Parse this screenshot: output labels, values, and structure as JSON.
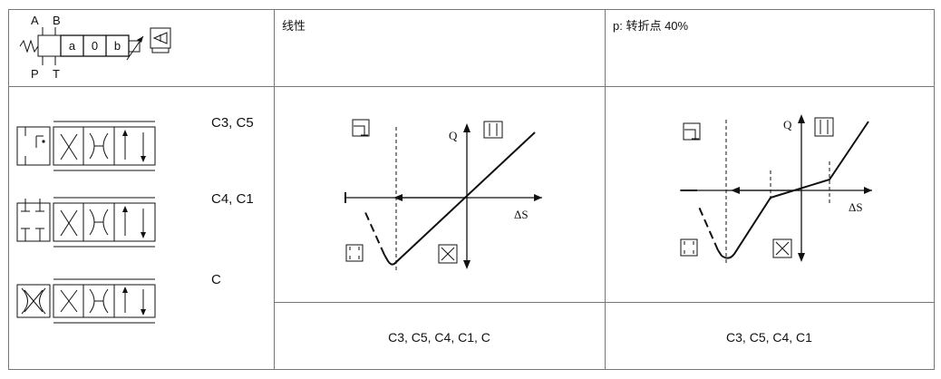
{
  "header": {
    "symbol_ports": {
      "a": "A",
      "b": "B",
      "p": "P",
      "t": "T"
    },
    "symbol_positions": [
      "a",
      "0",
      "b"
    ],
    "linear_title": "线性",
    "breakpoint_title": "p: 转折点 40%"
  },
  "spools": {
    "rows": [
      {
        "label": "C3, C5"
      },
      {
        "label": "C4, C1"
      },
      {
        "label": "C"
      }
    ]
  },
  "graphs": {
    "q_label": "Q",
    "ds_label": "ΔS"
  },
  "footer": {
    "linear_types": "C3, C5, C4, C1, C",
    "breakpoint_types": "C3, C5, C4, C1"
  }
}
